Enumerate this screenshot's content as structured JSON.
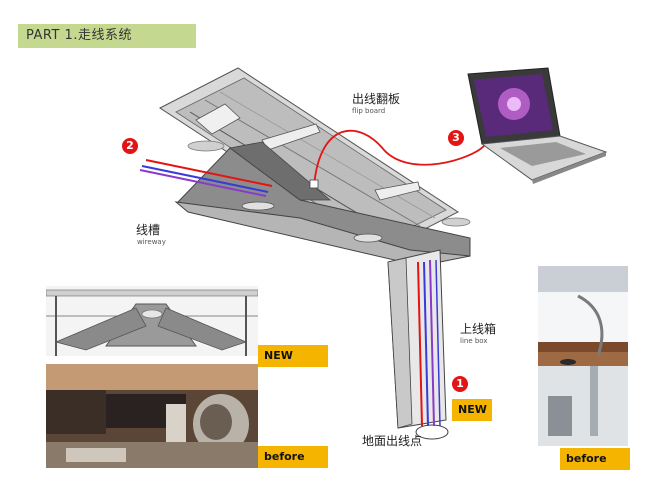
{
  "header": {
    "title": "PART 1.走线系统"
  },
  "labels": {
    "flip_cn": "出线翻板",
    "flip_en": "flip board",
    "wireway_cn": "线槽",
    "wireway_en": "wireway",
    "linebox_cn": "上线箱",
    "linebox_en": "line box",
    "floor_cn": "地面出线点"
  },
  "badges": {
    "b1": "1",
    "b2": "2",
    "b3": "3"
  },
  "tags": {
    "new_top": "NEW",
    "new_right": "NEW",
    "before_left": "before",
    "before_right": "before"
  },
  "colors": {
    "header_bg": "#c5d88f",
    "tag_bg": "#f5b400",
    "badge": "#e31414",
    "cable_red": "#e31414",
    "cable_blue": "#3a3ad8",
    "cable_purple": "#8a3ac8"
  },
  "icons": [
    "laptop-icon"
  ]
}
